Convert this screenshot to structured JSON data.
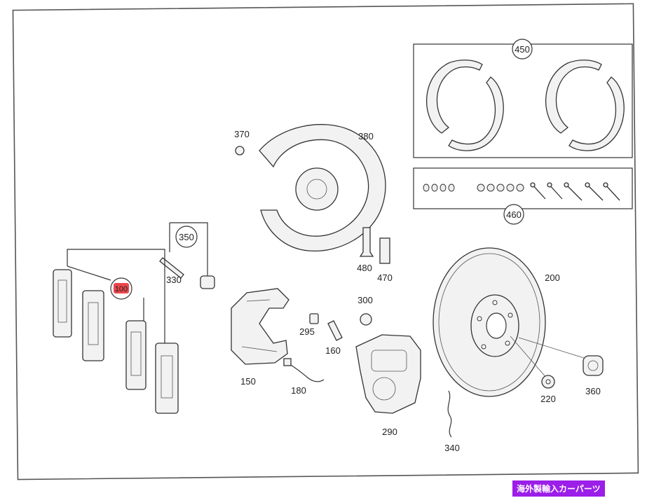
{
  "labels": {
    "p100": "100",
    "p150": "150",
    "p160": "160",
    "p180": "180",
    "p200": "200",
    "p220": "220",
    "p290": "290",
    "p295": "295",
    "p300": "300",
    "p330": "330",
    "p340": "340",
    "p350": "350",
    "p360": "360",
    "p370": "370",
    "p380": "380",
    "p450": "450",
    "p460": "460",
    "p470": "470",
    "p480": "480"
  },
  "highlight_color": "#e8262b",
  "watermark": {
    "text": "海外製輸入カーパーツ",
    "color": "#9b1fe8"
  }
}
